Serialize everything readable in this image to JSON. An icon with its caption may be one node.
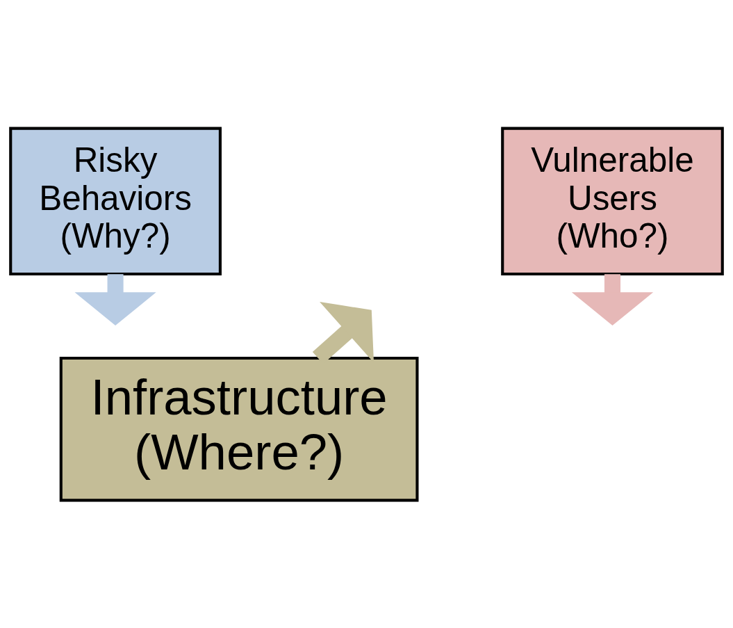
{
  "diagram": {
    "nodes": [
      {
        "text": [
          "Risky Behaviors (Why?)"
        ]
      },
      {
        "text": [
          "Vulnerable Users (Who?)"
        ]
      },
      {
        "text": [
          "Infrastructure (Where?)"
        ]
      }
    ],
    "edges": [
      {
        "from": 0,
        "to": null,
        "arrow": "to"
      },
      {
        "from": 1,
        "to": null,
        "arrow": "to"
      },
      {
        "from": 2,
        "to": null,
        "arrow": "to"
      }
    ]
  }
}
